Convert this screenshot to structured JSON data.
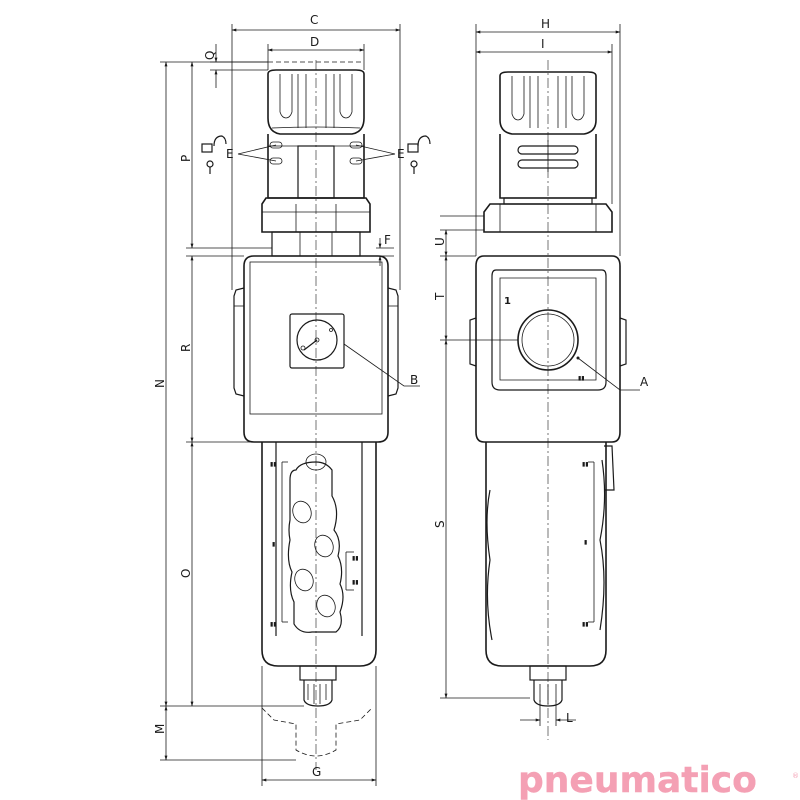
{
  "brand": {
    "name_part1": "pneumati",
    "name_part2": "co",
    "registered": "®",
    "color": "#f4a0b4"
  },
  "dimensions": {
    "C": "C",
    "D": "D",
    "Q": "Q",
    "P": "P",
    "E": "E",
    "F": "F",
    "R": "R",
    "N": "N",
    "B": "B",
    "O": "O",
    "M": "M",
    "G": "G",
    "H": "H",
    "I": "I",
    "U": "U",
    "T": "T",
    "S": "S",
    "A": "A",
    "L": "L"
  },
  "port_label": "1",
  "line_color": "#1a1a1a"
}
